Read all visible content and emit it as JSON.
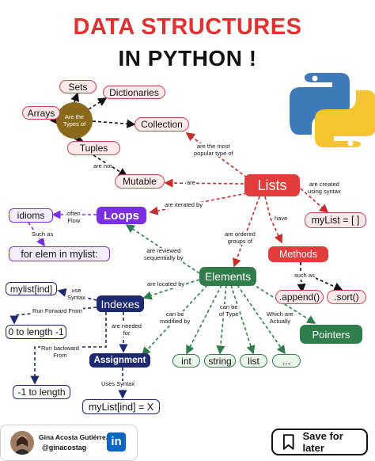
{
  "title": {
    "line1": "DATA STRUCTURES",
    "line2": "IN PYTHON !"
  },
  "nodes": {
    "sets": "Sets",
    "dictionaries": "Dictionaries",
    "arrays": "Arrays",
    "tuples": "Tuples",
    "collection": "Collection",
    "mutable": "Mutable",
    "lists": "Lists",
    "mylist": "myList = [ ]",
    "loops": "Loops",
    "idioms": "idioms",
    "for_elem": "for elem in mylist:",
    "methods": "Methods",
    "append": ".append()",
    "sort": ".sort()",
    "elements": "Elements",
    "indexes": "Indexes",
    "mylist_ind": "mylist[ind]",
    "zero_to_len": "0 to length -1",
    "neg_one_to_len": "-1 to length",
    "assignment": "Assignment",
    "mylist_assign": "myList[ind] = X",
    "int": "int",
    "string": "string",
    "list": "list",
    "ellipsis": "...",
    "pointers": "Pointers"
  },
  "circle": {
    "line1": "Are the",
    "line2": "Types of"
  },
  "labels": {
    "most_popular": [
      "are the most",
      "popular type of"
    ],
    "are_not": "are not",
    "are": "are",
    "created": [
      "are created",
      "using syntax"
    ],
    "iterated": "are iterated by",
    "have": "have",
    "often_flow": [
      "often",
      "Flow"
    ],
    "such_as_1": "Such as",
    "reviewed": [
      "are reviewed",
      "sequentially by"
    ],
    "ordered": [
      "are ordered",
      "groups of"
    ],
    "such_as_2": "such as",
    "located": "are located by",
    "use_syntax": [
      "use",
      "Syntax"
    ],
    "run_forward": "Run Forward From",
    "needed": [
      "are needed",
      "for"
    ],
    "modified": [
      "can be",
      "modified by"
    ],
    "types": [
      "can be",
      "of Type"
    ],
    "which_are": [
      "Which are",
      "Actually"
    ],
    "run_backward": [
      "Run backward",
      "From"
    ],
    "uses_syntax": "Uses Syntax"
  },
  "footer": {
    "author_name": "Gina Acosta Gutiérrez",
    "author_handle": "@ginacostag",
    "linkedin": "in",
    "save_label": "Save for later"
  },
  "colors": {
    "red": "#e23c3c",
    "purple": "#7b2fe0",
    "navy": "#1d2a72",
    "green": "#2e7d4a",
    "python_blue": "#3e7ab8",
    "python_yellow": "#f5c531"
  },
  "icons": {
    "logo": "python-logo-icon",
    "linkedin": "linkedin-icon",
    "save": "bookmark-icon",
    "avatar": "avatar"
  }
}
